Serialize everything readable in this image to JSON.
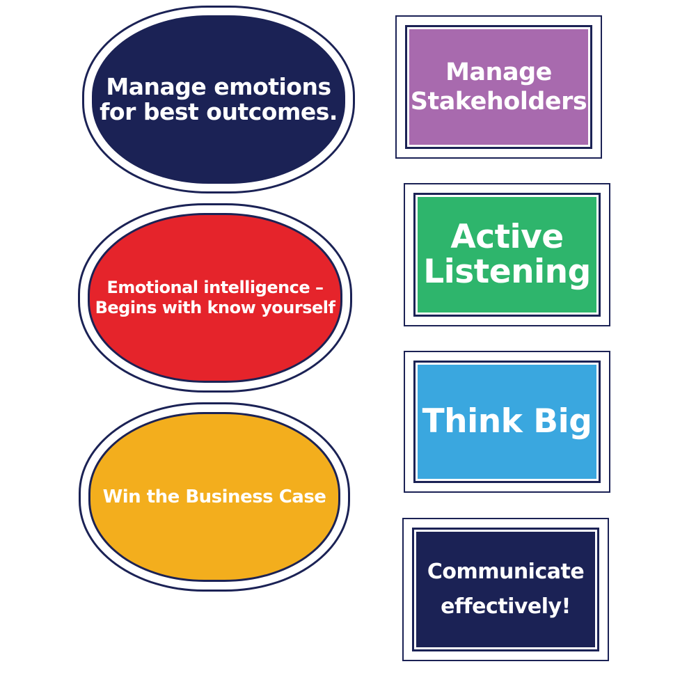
{
  "colors": {
    "outline": "#1b2255",
    "navy": "#1b2255",
    "red": "#e5242b",
    "amber": "#f3ae1d",
    "purple": "#a86aae",
    "green": "#2eb56c",
    "blue": "#3aa7df"
  },
  "left_badges": [
    {
      "line1": "Manage emotions",
      "line2": "for best outcomes.",
      "fill_color": "#1b2255"
    },
    {
      "line1": "Emotional intelligence –",
      "line2": "Begins with know yourself",
      "fill_color": "#e5242b"
    },
    {
      "line1": "Win the Business Case",
      "fill_color": "#f3ae1d"
    }
  ],
  "right_badges": [
    {
      "line1": "Manage",
      "line2": "Stakeholders",
      "fill_color": "#a86aae"
    },
    {
      "line1": "Active",
      "line2": "Listening",
      "fill_color": "#2eb56c"
    },
    {
      "line1": "Think Big",
      "fill_color": "#3aa7df"
    },
    {
      "line1": "Communicate",
      "line2": "effectively!",
      "fill_color": "#1b2255"
    }
  ]
}
